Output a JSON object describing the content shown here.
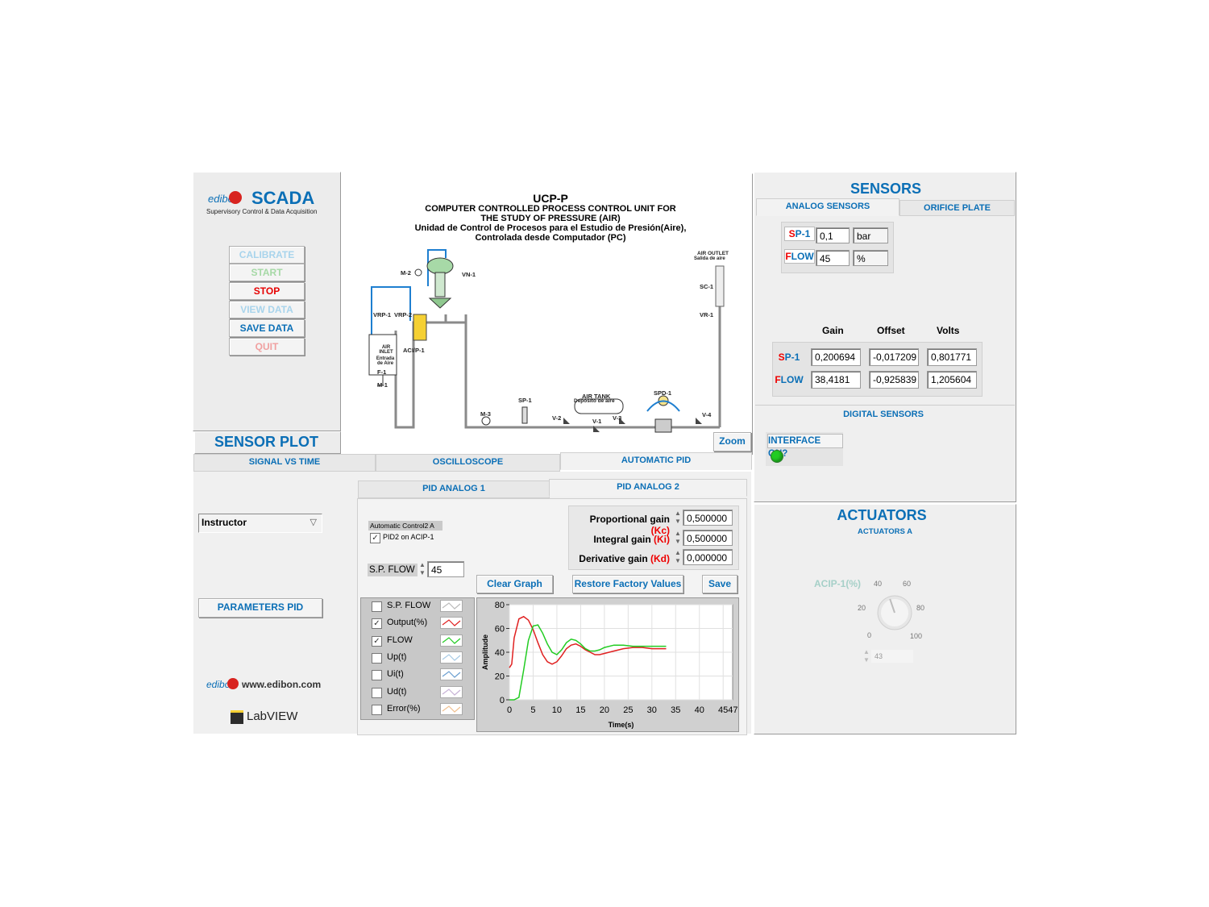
{
  "brand": {
    "logo_text": "edibon",
    "scada": "SCADA",
    "subtitle": "Supervisory Control & Data Acquisition"
  },
  "left_buttons": [
    "CALIBRATE",
    "START",
    "STOP",
    "VIEW DATA",
    "SAVE DATA",
    "QUIT"
  ],
  "left_button_colors": [
    "#a8d4ec",
    "#a6d9a6",
    "#e60000",
    "#a8d4ec",
    "#0b6fb6",
    "#f0a0a0"
  ],
  "diagram": {
    "title": "UCP-P",
    "line1": "COMPUTER CONTROLLED PROCESS CONTROL UNIT FOR",
    "line2": "THE STUDY OF PRESSURE (AIR)",
    "line3": "Unidad de Control de Procesos para el Estudio de Presión(Aire),",
    "line4": "Controlada desde Computador (PC)",
    "labels": {
      "m2": "M-2",
      "vn1": "VN-1",
      "vrp1": "VRP-1",
      "vrp2": "VRP-2",
      "aci": "ACI/P-1",
      "air_inlet": "AIR INLET",
      "entrada": "Entrada de Aire",
      "f1": "F-1",
      "m1": "M-1",
      "m3": "M-3",
      "sp1": "SP-1",
      "v2": "V-2",
      "v1": "V-1",
      "v3": "V-3",
      "air_tank": "AIR TANK",
      "deposito": "Depósito de aire",
      "spd1": "SPD-1",
      "v4": "V-4",
      "air_outlet": "AIR OUTLET",
      "salida": "Salida de aire",
      "sc1": "SC-1",
      "vr1": "VR-1"
    },
    "zoom": "Zoom"
  },
  "sensor_plot": {
    "title": "SENSOR PLOT",
    "tabs": [
      "SIGNAL VS TIME",
      "OSCILLOSCOPE",
      "AUTOMATIC PID"
    ]
  },
  "pid": {
    "subtabs": [
      "PID ANALOG 1",
      "PID ANALOG 2"
    ],
    "user_select": "Instructor",
    "parameters_button": "PARAMETERS PID",
    "auto_control_label": "Automatic Control2 A",
    "pid2_checkbox": "PID2 on ACIP-1",
    "sp_flow_label": "S.P. FLOW",
    "sp_flow_value": "45",
    "kc_label": "Proportional gain",
    "kc_suffix": "(Kc)",
    "kc_value": "0,500000",
    "ki_label": "Integral gain",
    "ki_suffix": "(Ki)",
    "ki_value": "0,500000",
    "kd_label": "Derivative gain",
    "kd_suffix": "(Kd)",
    "kd_value": "0,000000",
    "clear_graph": "Clear Graph",
    "restore": "Restore Factory Values",
    "save": "Save",
    "legend": [
      {
        "label": "S.P. FLOW",
        "checked": false,
        "color": "#bbbbbb"
      },
      {
        "label": "Output(%)",
        "checked": true,
        "color": "#e02020"
      },
      {
        "label": "FLOW",
        "checked": true,
        "color": "#22cc22"
      },
      {
        "label": "Up(t)",
        "checked": false,
        "color": "#a8cbe6"
      },
      {
        "label": "Ui(t)",
        "checked": false,
        "color": "#6b9fd0"
      },
      {
        "label": "Ud(t)",
        "checked": false,
        "color": "#c7b2d6"
      },
      {
        "label": "Error(%)",
        "checked": false,
        "color": "#f0c090"
      }
    ]
  },
  "footer": {
    "website": "www.edibon.com",
    "labview": "LabVIEW"
  },
  "sensors": {
    "title": "SENSORS",
    "tabs": [
      "ANALOG SENSORS",
      "ORIFICE PLATE"
    ],
    "readings": [
      {
        "name": "SP-1",
        "value": "0,1",
        "unit": "bar"
      },
      {
        "name": "FLOW",
        "value": "45",
        "unit": "%"
      }
    ],
    "cal_headers": [
      "Gain",
      "Offset",
      "Volts"
    ],
    "cal_rows": [
      {
        "name": "SP-1",
        "gain": "0,200694",
        "offset": "-0,017209",
        "volts": "0,801771"
      },
      {
        "name": "FLOW",
        "gain": "38,4181",
        "offset": "-0,925839",
        "volts": "1,205604"
      }
    ],
    "digital_title": "DIGITAL SENSORS",
    "interface_label": "INTERFACE ON?",
    "interface_led_color": "#22cc22"
  },
  "actuators": {
    "title": "ACTUATORS",
    "subtitle": "ACTUATORS A",
    "knob_label": "ACIP-1(%)",
    "knob_ticks": [
      "0",
      "20",
      "40",
      "60",
      "80",
      "100"
    ],
    "knob_value_fraction": 0.43,
    "knob_value": "43"
  },
  "chart_data": {
    "type": "line",
    "xlabel": "Time(s)",
    "ylabel": "Amplitude",
    "xlim": [
      0,
      47
    ],
    "ylim": [
      0,
      80
    ],
    "x_ticks": [
      "0",
      "5",
      "10",
      "15",
      "20",
      "25",
      "30",
      "35",
      "40",
      "45",
      "47"
    ],
    "y_ticks": [
      "0",
      "20",
      "40",
      "60",
      "80"
    ],
    "series": [
      {
        "name": "Output(%)",
        "color": "#e02020",
        "x": [
          0,
          0.5,
          1,
          2,
          3,
          4,
          5,
          6,
          7,
          8,
          9,
          10,
          11,
          12,
          13,
          14,
          15,
          16,
          17,
          18,
          19,
          20,
          22,
          24,
          26,
          28,
          30,
          32,
          33
        ],
        "y": [
          27,
          30,
          52,
          68,
          70,
          67,
          59,
          48,
          38,
          32,
          30,
          32,
          37,
          43,
          46,
          47,
          45,
          42,
          40,
          38,
          38,
          39,
          41,
          43,
          44,
          44,
          43,
          43,
          43
        ]
      },
      {
        "name": "FLOW",
        "color": "#22cc22",
        "x": [
          0,
          1,
          2,
          3,
          4,
          5,
          6,
          7,
          8,
          9,
          10,
          11,
          12,
          13,
          14,
          15,
          16,
          17,
          18,
          19,
          20,
          22,
          24,
          26,
          28,
          30,
          32,
          33
        ],
        "y": [
          0,
          0,
          2,
          25,
          50,
          62,
          63,
          56,
          47,
          40,
          38,
          42,
          48,
          51,
          50,
          47,
          43,
          41,
          41,
          42,
          44,
          46,
          46,
          45,
          45,
          45,
          45,
          45
        ]
      }
    ]
  }
}
